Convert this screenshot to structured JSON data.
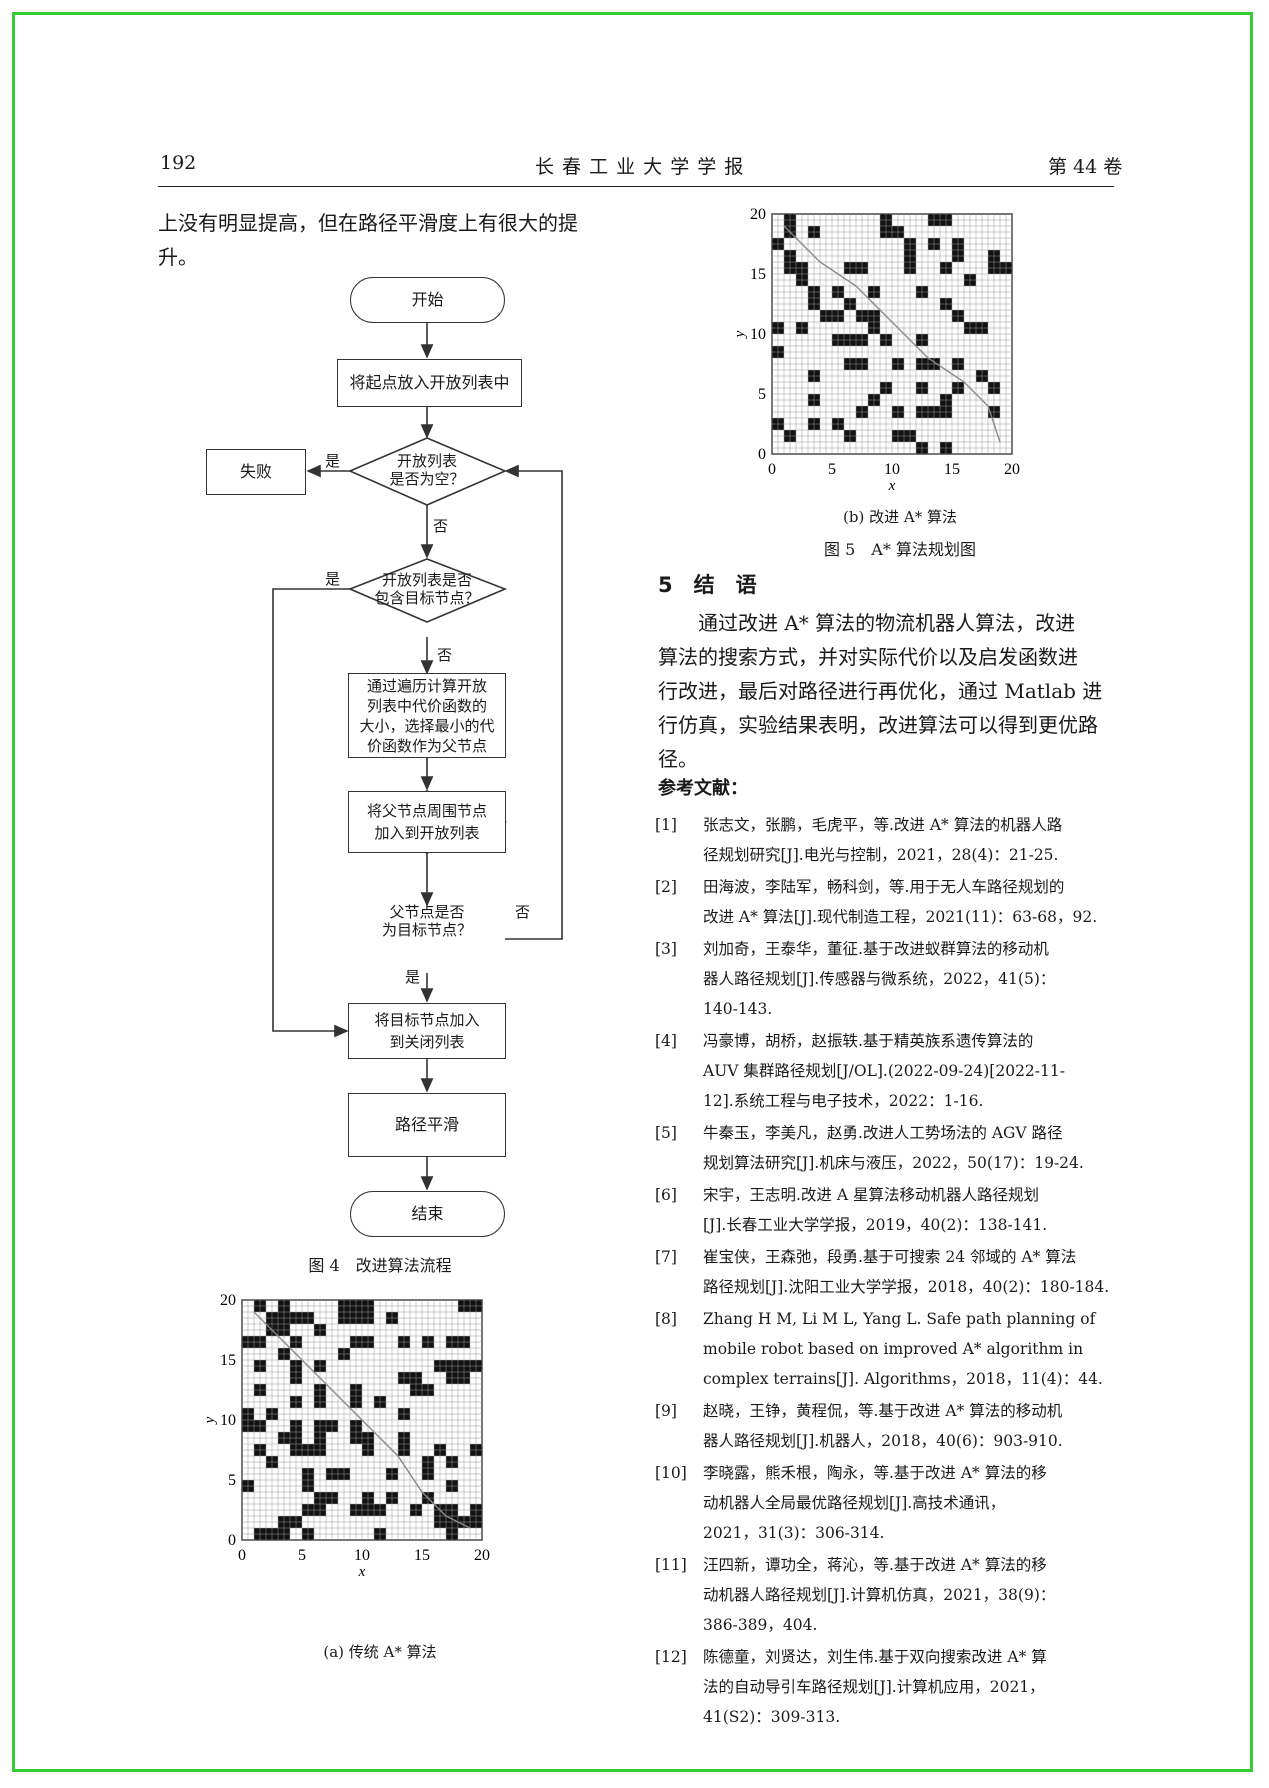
{
  "header": {
    "page_number": "192",
    "journal": "长 春 工 业 大 学 学 报",
    "volume": "第 44 卷"
  },
  "left_paragraph": [
    "上没有明显提高，但在路径平滑度上有很大的提",
    "升。"
  ],
  "flowchart": {
    "start": "开始",
    "step1": "将起点放入开放列表中",
    "fail": "失败",
    "dec1": [
      "开放列表",
      "是否为空？"
    ],
    "yes1": "是",
    "no1": "否",
    "dec2": [
      "开放列表是否",
      "包含目标节点？"
    ],
    "yes2": "是",
    "no2": "否",
    "step2": [
      "通过遍历计算开放",
      "列表中代价函数的",
      "大小，选择最小的代",
      "价函数作为父节点"
    ],
    "step3": [
      "将父节点周围节点",
      "加入到开放列表"
    ],
    "dec3": [
      "父节点是否",
      "为目标节点？"
    ],
    "no3": "否",
    "yes3": "是",
    "step4": [
      "将目标节点加入",
      "到关闭列表"
    ],
    "step5": "路径平滑",
    "end": "结束",
    "caption": "图 4　改进算法流程"
  },
  "grid_a": {
    "xlabel": "x",
    "ylabel": "y",
    "ticks": [
      "0",
      "5",
      "10",
      "15",
      "20"
    ],
    "caption": "(a) 传统 A* 算法"
  },
  "grid_b": {
    "xlabel": "x",
    "ylabel": "y",
    "ticks": [
      "0",
      "5",
      "10",
      "15",
      "20"
    ],
    "caption": "(b) 改进 A* 算法"
  },
  "figure5_caption": "图 5　A* 算法规划图",
  "section5": {
    "title": "5　结　语",
    "paragraph": [
      "通过改进 A* 算法的物流机器人算法，改进",
      "算法的搜索方式，并对实际代价以及启发函数进",
      "行改进，最后对路径进行再优化，通过 Matlab 进",
      "行仿真，实验结果表明，改进算法可以得到更优路",
      "径。"
    ]
  },
  "references_title": "参考文献：",
  "references": [
    {
      "num": "[1]",
      "lines": [
        "张志文，张鹏，毛虎平，等.改进 A* 算法的机器人路",
        "径规划研究[J].电光与控制，2021，28(4)：21-25."
      ]
    },
    {
      "num": "[2]",
      "lines": [
        "田海波，李陆军，畅科剑，等.用于无人车路径规划的",
        "改进 A* 算法[J].现代制造工程，2021(11)：63-68，92."
      ]
    },
    {
      "num": "[3]",
      "lines": [
        "刘加奇，王泰华，董征.基于改进蚁群算法的移动机",
        "器人路径规划[J].传感器与微系统，2022，41(5)：",
        "140-143."
      ]
    },
    {
      "num": "[4]",
      "lines": [
        "冯豪博，胡桥，赵振轶.基于精英族系遗传算法的",
        "AUV 集群路径规划[J/OL].(2022-09-24)[2022-11-",
        "12].系统工程与电子技术，2022：1-16."
      ]
    },
    {
      "num": "[5]",
      "lines": [
        "牛秦玉，李美凡，赵勇.改进人工势场法的 AGV 路径",
        "规划算法研究[J].机床与液压，2022，50(17)：19-24."
      ]
    },
    {
      "num": "[6]",
      "lines": [
        "宋宇，王志明.改进 A 星算法移动机器人路径规划",
        "[J].长春工业大学学报，2019，40(2)：138-141."
      ]
    },
    {
      "num": "[7]",
      "lines": [
        "崔宝侠，王森弛，段勇.基于可搜索 24 邻域的 A* 算法",
        "路径规划[J].沈阳工业大学学报，2018，40(2)：180-184."
      ]
    },
    {
      "num": "[8]",
      "lines": [
        "Zhang H M, Li M L, Yang L. Safe path planning of",
        "mobile robot based on improved A* algorithm in",
        "complex terrains[J]. Algorithms，2018，11(4)：44."
      ]
    },
    {
      "num": "[9]",
      "lines": [
        "赵晓，王铮，黄程侃，等.基于改进 A* 算法的移动机",
        "器人路径规划[J].机器人，2018，40(6)：903-910."
      ]
    },
    {
      "num": "[10]",
      "lines": [
        "李晓露，熊禾根，陶永，等.基于改进 A* 算法的移",
        "动机器人全局最优路径规划[J].高技术通讯，",
        "2021，31(3)：306-314."
      ]
    },
    {
      "num": "[11]",
      "lines": [
        "汪四新，谭功全，蒋沁，等.基于改进 A* 算法的移",
        "动机器人路径规划[J].计算机仿真，2021，38(9)：",
        "386-389，404."
      ]
    },
    {
      "num": "[12]",
      "lines": [
        "陈德童，刘贤达，刘生伟.基于双向搜索改进 A* 算",
        "法的自动导引车路径规划[J].计算机应用，2021，",
        "41(S2)：309-313."
      ]
    }
  ]
}
